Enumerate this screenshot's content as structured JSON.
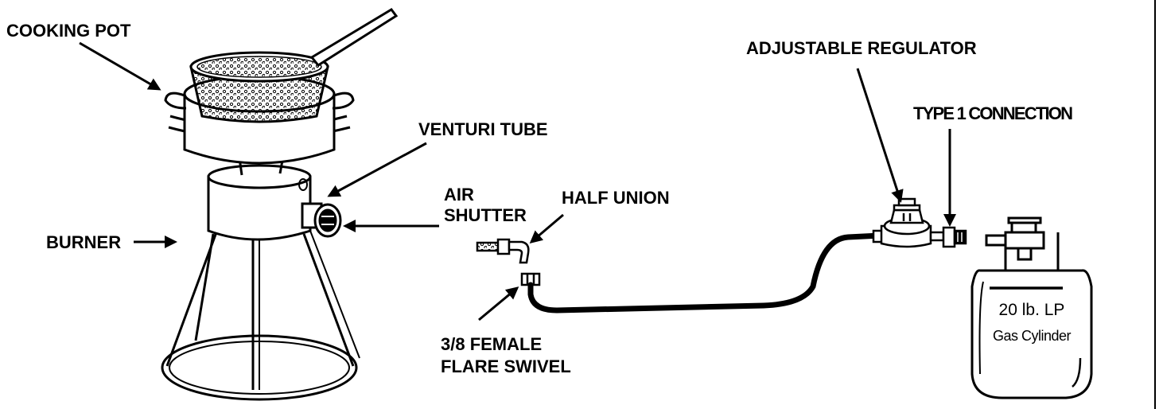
{
  "labels": {
    "cooking_pot": "COOKING POT",
    "venturi_tube": "VENTURI TUBE",
    "air_shutter_line1": "AIR",
    "air_shutter_line2": "SHUTTER",
    "half_union": "HALF UNION",
    "burner": "BURNER",
    "adjustable_regulator": "ADJUSTABLE REGULATOR",
    "type1_connection": "TYPE 1 CONNECTION",
    "flare_swivel_line1": "3/8 FEMALE",
    "flare_swivel_line2": "FLARE SWIVEL"
  },
  "cylinder": {
    "line1": "20 lb. LP",
    "line2": "Gas Cylinder"
  },
  "colors": {
    "ink": "#000000",
    "paper": "#ffffff"
  }
}
